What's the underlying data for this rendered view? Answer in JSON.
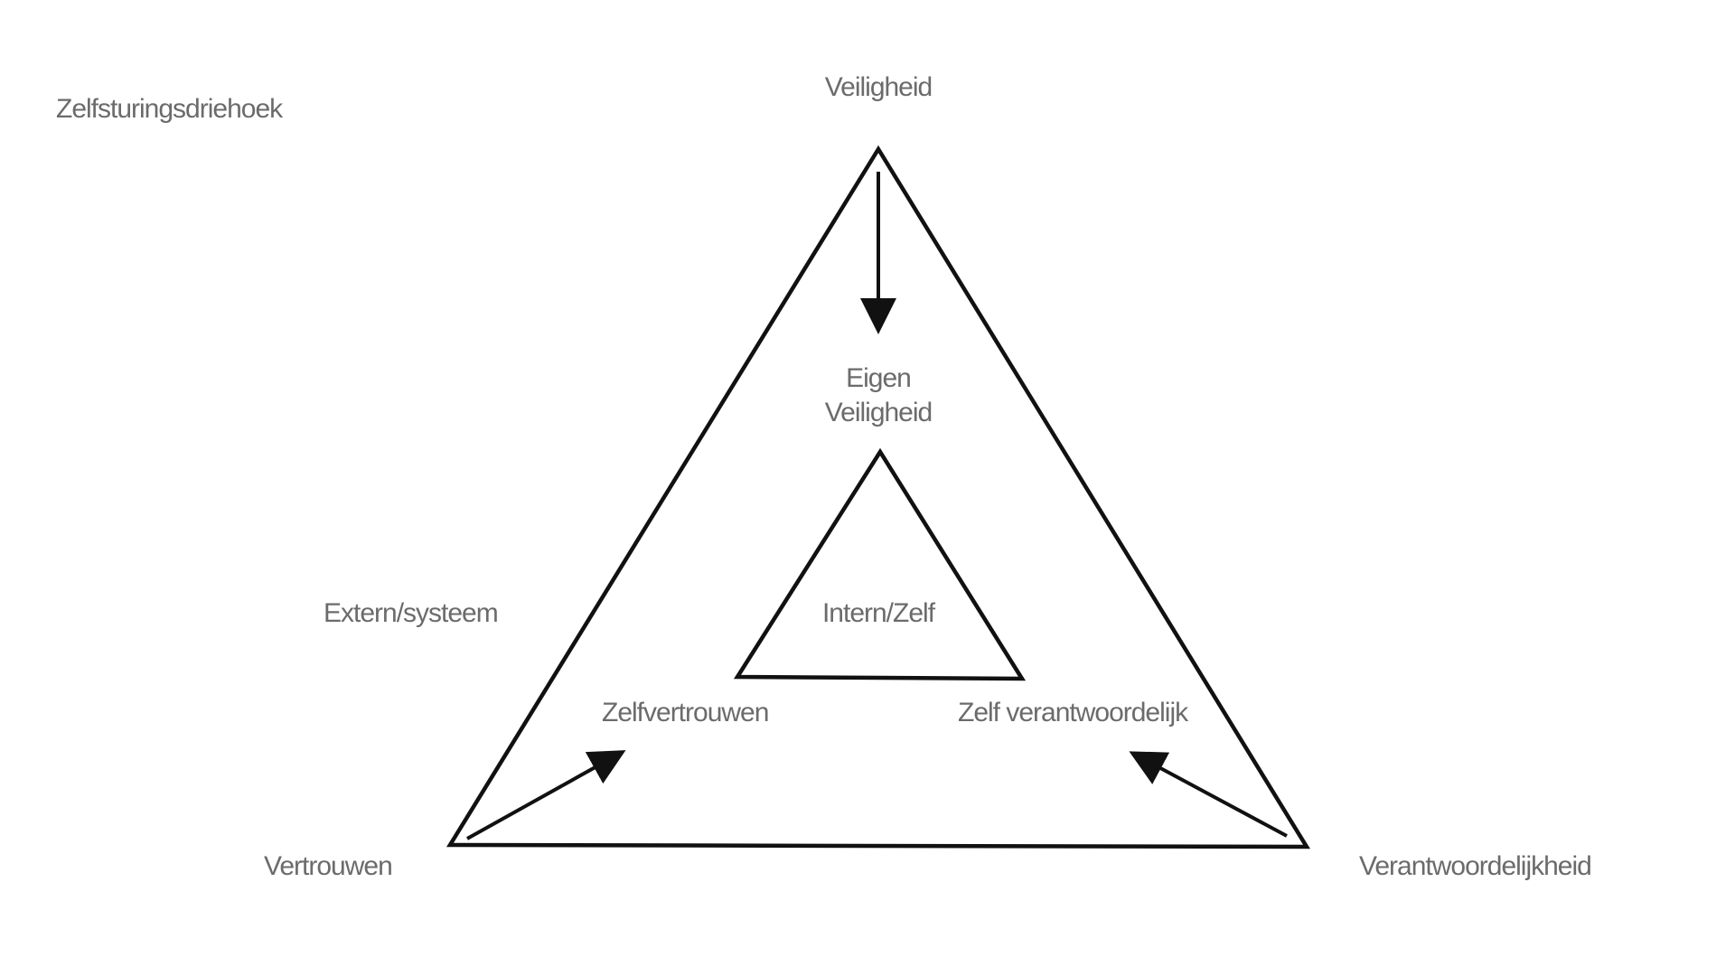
{
  "diagram": {
    "title": "Zelfsturingsdriehoek",
    "outer": {
      "label": "Extern/systeem",
      "top": "Veiligheid",
      "left": "Vertrouwen",
      "right": "Verantwoordelijkheid"
    },
    "inner": {
      "label": "Intern/Zelf",
      "top_line1": "Eigen",
      "top_line2": "Veiligheid",
      "left": "Zelfvertrouwen",
      "right": "Zelf verantwoordelijk"
    },
    "arrows": [
      {
        "from": "Veiligheid",
        "to": "Eigen Veiligheid"
      },
      {
        "from": "Vertrouwen",
        "to": "Zelfvertrouwen"
      },
      {
        "from": "Verantwoordelijkheid",
        "to": "Zelf verantwoordelijk"
      }
    ],
    "colors": {
      "line": "#111111",
      "text": "#6b6b6b",
      "background": "#ffffff"
    }
  }
}
